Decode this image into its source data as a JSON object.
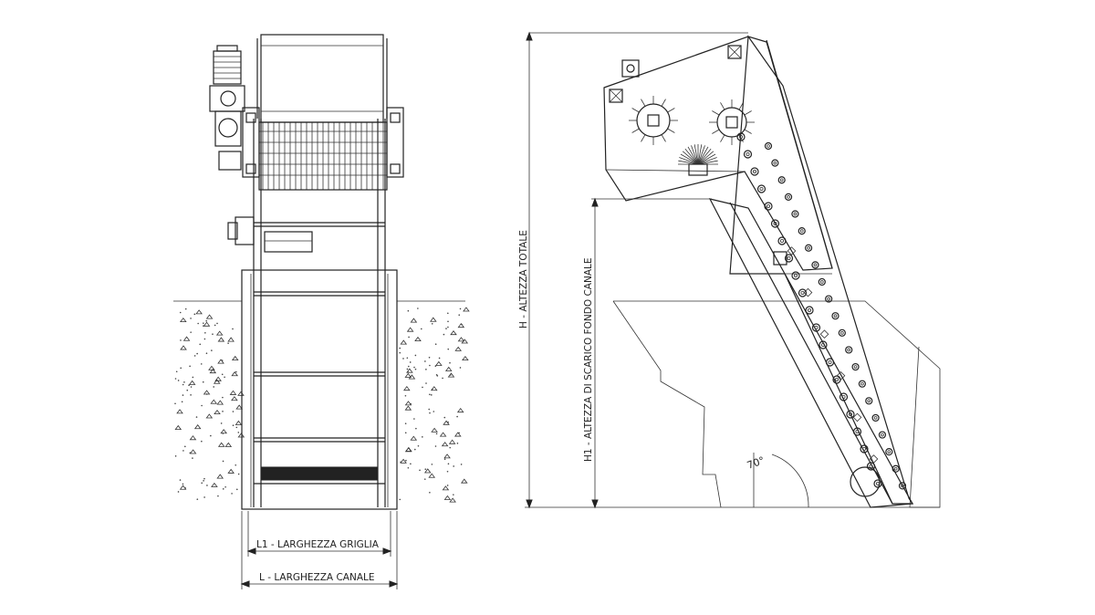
{
  "front_view": {
    "dim_grid_width": "L1 - LARGHEZZA GRIGLIA",
    "dim_channel_width": "L - LARGHEZZA CANALE"
  },
  "side_view": {
    "dim_total_height": "H - ALTEZZA TOTALE",
    "dim_discharge_height": "H1 - ALTEZZA DI SCARICO FONDO CANALE",
    "angle_label": "70°"
  },
  "colors": {
    "line": "#222222",
    "background": "#ffffff"
  }
}
